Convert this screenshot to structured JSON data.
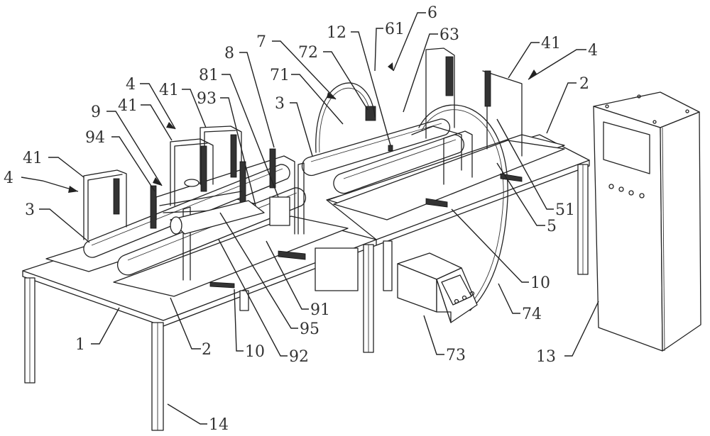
{
  "figure": {
    "title": "Patent drawing: automated assembly line with conveyors, gantry actuators, dispensing unit and control cabinet"
  },
  "callouts": [
    {
      "id": "c1",
      "text": "1"
    },
    {
      "id": "c2a",
      "text": "2"
    },
    {
      "id": "c2b",
      "text": "2"
    },
    {
      "id": "c3a",
      "text": "3"
    },
    {
      "id": "c3b",
      "text": "3"
    },
    {
      "id": "c4a",
      "text": "4"
    },
    {
      "id": "c4b",
      "text": "4"
    },
    {
      "id": "c4c",
      "text": "4"
    },
    {
      "id": "c41a",
      "text": "41"
    },
    {
      "id": "c41b",
      "text": "41"
    },
    {
      "id": "c41c",
      "text": "41"
    },
    {
      "id": "c41d",
      "text": "41"
    },
    {
      "id": "c5",
      "text": "5"
    },
    {
      "id": "c51",
      "text": "51"
    },
    {
      "id": "c6",
      "text": "6"
    },
    {
      "id": "c61",
      "text": "61"
    },
    {
      "id": "c63",
      "text": "63"
    },
    {
      "id": "c7",
      "text": "7"
    },
    {
      "id": "c71",
      "text": "71"
    },
    {
      "id": "c72",
      "text": "72"
    },
    {
      "id": "c73",
      "text": "73"
    },
    {
      "id": "c74",
      "text": "74"
    },
    {
      "id": "c8",
      "text": "8"
    },
    {
      "id": "c81",
      "text": "81"
    },
    {
      "id": "c9",
      "text": "9"
    },
    {
      "id": "c91",
      "text": "91"
    },
    {
      "id": "c92",
      "text": "92"
    },
    {
      "id": "c93",
      "text": "93"
    },
    {
      "id": "c94",
      "text": "94"
    },
    {
      "id": "c95",
      "text": "95"
    },
    {
      "id": "c10a",
      "text": "10"
    },
    {
      "id": "c10b",
      "text": "10"
    },
    {
      "id": "c12",
      "text": "12"
    },
    {
      "id": "c13",
      "text": "13"
    },
    {
      "id": "c14",
      "text": "14"
    }
  ],
  "components": {
    "control_cabinet": {
      "buttons": 4
    },
    "dispenser_unit": {
      "buttons": 3
    }
  }
}
